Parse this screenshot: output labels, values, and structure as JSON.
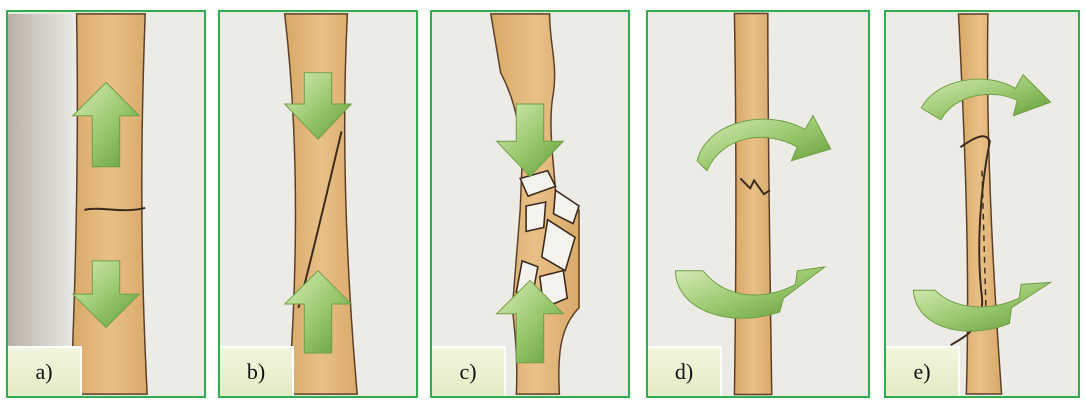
{
  "panels": [
    {
      "label": "a)",
      "fracture_type": "transverse-crack",
      "force_icons": [
        "arrow-up",
        "arrow-down"
      ]
    },
    {
      "label": "b)",
      "fracture_type": "oblique-crack",
      "force_icons": [
        "arrow-down",
        "arrow-up"
      ]
    },
    {
      "label": "c)",
      "fracture_type": "comminuted-fragments",
      "force_icons": [
        "arrow-down",
        "arrow-up"
      ]
    },
    {
      "label": "d)",
      "fracture_type": "small-crack",
      "force_icons": [
        "curved-arrow-top",
        "curved-arrow-bottom"
      ]
    },
    {
      "label": "e)",
      "fracture_type": "spiral-crack",
      "force_icons": [
        "curved-arrow-top",
        "curved-arrow-bottom"
      ]
    }
  ],
  "colors": {
    "panel_border": "#2fae4f",
    "bone_fill": "#e3b97b",
    "bone_outline": "#5a3e26",
    "arrow_light": "#c6e0a0",
    "arrow_dark": "#5f9a35",
    "label_bg": "#e6eecb"
  }
}
